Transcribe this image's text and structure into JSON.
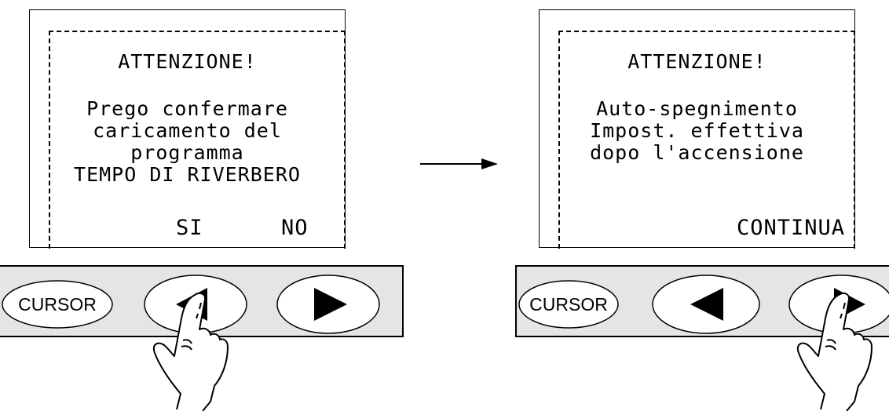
{
  "left_panel": {
    "screen": {
      "title": "ATTENZIONE!",
      "message_lines": [
        "Prego confermare",
        "caricamento del",
        "programma",
        "TEMPO DI RIVERBERO"
      ],
      "softkey_left": "SI",
      "softkey_right": "NO"
    },
    "buttons": {
      "cursor_label": "CURSOR",
      "pressed": "left-arrow-button"
    }
  },
  "right_panel": {
    "screen": {
      "title": "ATTENZIONE!",
      "message_lines": [
        "Auto-spegnimento",
        "Impost. effettiva",
        "dopo l'accensione"
      ],
      "softkey_right": "CONTINUA"
    },
    "buttons": {
      "cursor_label": "CURSOR",
      "pressed": "right-arrow-button"
    }
  },
  "colors": {
    "panel_bar": "#e5e5e5",
    "button_fill": "#ffffff",
    "ink": "#000000"
  },
  "icons": [
    "right-arrow-icon",
    "left-arrow-icon",
    "pointing-hand-icon",
    "flow-arrow-icon"
  ]
}
